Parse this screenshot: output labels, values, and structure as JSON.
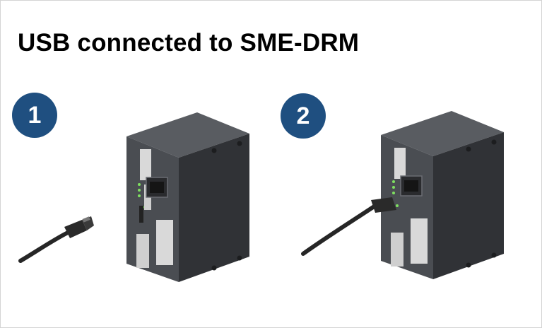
{
  "header": {
    "title": "USB connected to SME-DRM"
  },
  "steps": [
    {
      "number": "1"
    },
    {
      "number": "2"
    }
  ],
  "colors": {
    "badge": "#1f4f80",
    "device_front": "#4a4d52",
    "device_side": "#303236",
    "device_top": "#595c61",
    "cable": "#262626",
    "led": "#7fe060"
  },
  "icons": [
    "usb-cable-icon",
    "sme-drm-device-icon",
    "ethernet-port-icon"
  ]
}
